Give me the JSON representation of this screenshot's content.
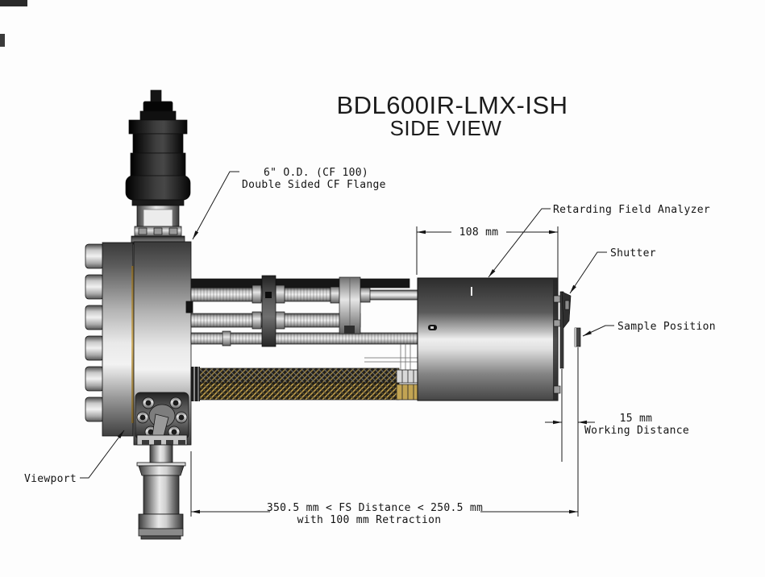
{
  "title": {
    "line1": "BDL600IR-LMX-ISH",
    "line2": "SIDE VIEW"
  },
  "labels": {
    "flange_line1": "6\" O.D. (CF 100)",
    "flange_line2": "Double Sided CF Flange",
    "retarding_field_analyzer": "Retarding Field Analyzer",
    "shutter": "Shutter",
    "sample_position": "Sample Position",
    "viewport": "Viewport"
  },
  "dimensions": {
    "analyzer_length": "108 mm",
    "working_distance_value": "15 mm",
    "working_distance_caption": "Working Distance",
    "fs_distance": "350.5 mm < FS Distance < 250.5 mm",
    "fs_retraction": "with 100 mm Retraction"
  },
  "colors": {
    "line": "#1a1a1a",
    "braid_gold": "#b08f3c",
    "metal_light": "#e9e9e9",
    "metal_dark": "#2e2e2e"
  }
}
